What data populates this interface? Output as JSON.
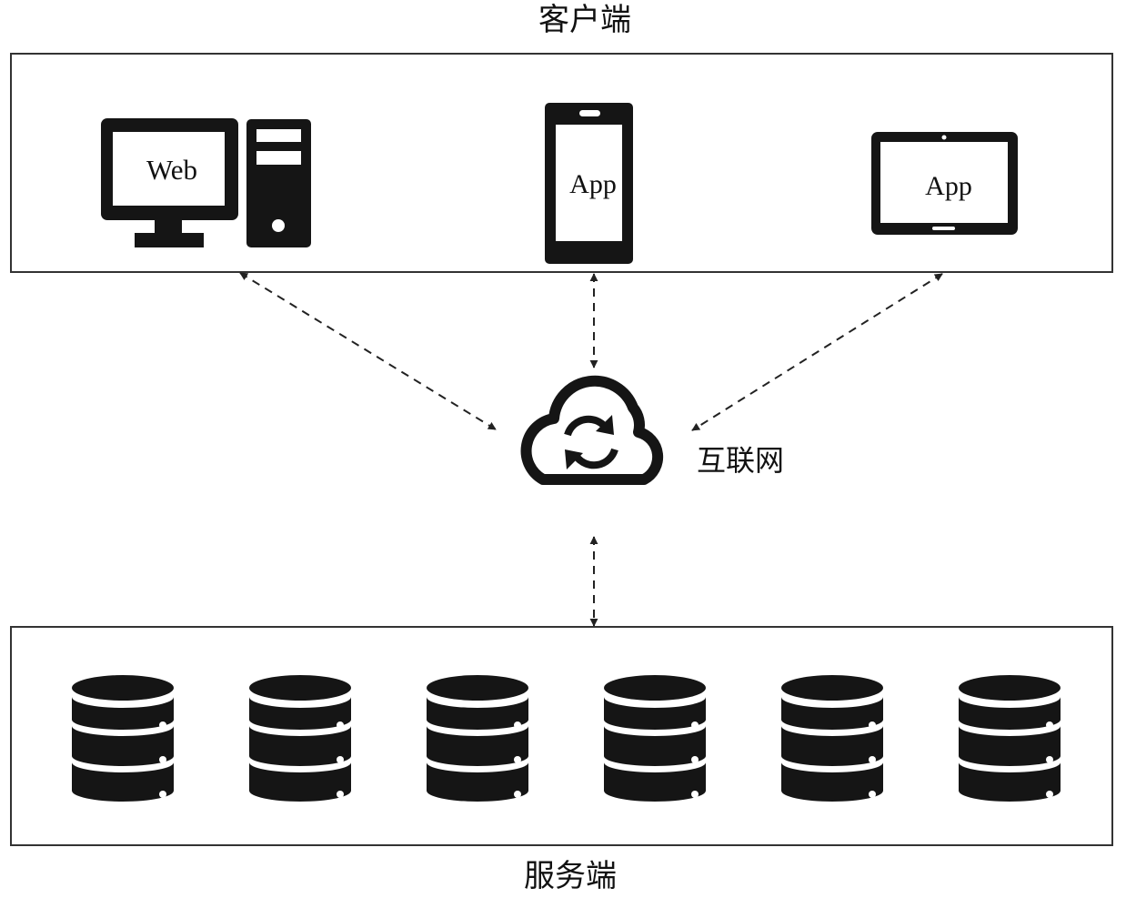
{
  "client": {
    "title": "客户端",
    "devices": [
      {
        "icon": "desktop-computer-icon",
        "screen_label": "Web"
      },
      {
        "icon": "mobile-phone-icon",
        "screen_label": "App"
      },
      {
        "icon": "tablet-icon",
        "screen_label": "App"
      }
    ]
  },
  "internet": {
    "label": "互联网",
    "icon": "cloud-sync-icon"
  },
  "server": {
    "title": "服务端",
    "database_icon": "database-icon",
    "database_count": 6
  },
  "colors": {
    "icon_fill": "#151515",
    "stroke": "#333333",
    "background": "#ffffff"
  }
}
